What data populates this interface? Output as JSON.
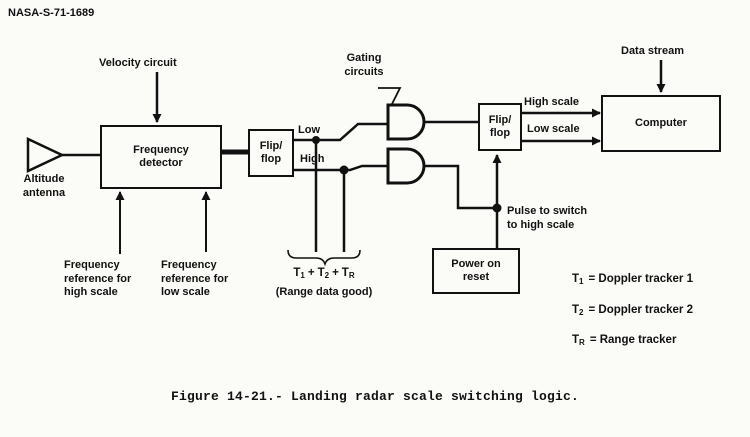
{
  "header": {
    "doc_number": "NASA-S-71-1689"
  },
  "caption": "Figure 14-21.- Landing radar scale switching logic.",
  "colors": {
    "ink": "#111111",
    "paper": "#fbfbf8"
  },
  "blocks": {
    "frequency_detector": "Frequency detector",
    "flip_flop_1": "Flip/ flop",
    "flip_flop_2": "Flip/ flop",
    "computer": "Computer",
    "power_on_reset": "Power on reset"
  },
  "labels": {
    "velocity_circuit": "Velocity circuit",
    "gating_circuits": [
      "Gating",
      "circuits"
    ],
    "data_stream": "Data stream",
    "altitude_antenna": [
      "Altitude",
      "antenna"
    ],
    "low": "Low",
    "high": "High",
    "high_scale": "High scale",
    "low_scale": "Low scale",
    "pulse_to_switch": [
      "Pulse to switch",
      "to high scale"
    ],
    "freq_ref_high": [
      "Frequency",
      "reference for",
      "high scale"
    ],
    "freq_ref_low": [
      "Frequency",
      "reference for",
      "low scale"
    ],
    "range_data_good": "(Range data good)"
  },
  "formula": {
    "t1": {
      "base": "T",
      "sub": "1"
    },
    "plus": "+",
    "t2": {
      "base": "T",
      "sub": "2"
    },
    "tr": {
      "base": "T",
      "sub": "R"
    }
  },
  "legend": {
    "items": [
      {
        "base": "T",
        "sub": "1",
        "def": "= Doppler tracker 1"
      },
      {
        "base": "T",
        "sub": "2",
        "def": "= Doppler tracker 2"
      },
      {
        "base": "T",
        "sub": "R",
        "def": "= Range tracker"
      }
    ]
  }
}
